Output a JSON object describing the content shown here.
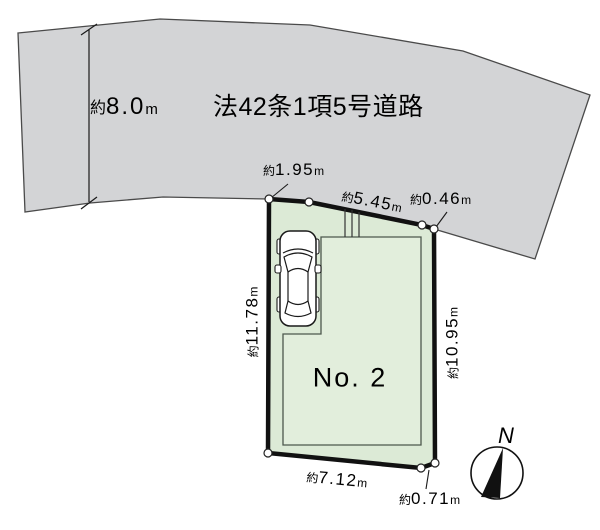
{
  "road": {
    "label": "法42条1項5号道路"
  },
  "lot": {
    "label": "No. 2"
  },
  "compass": {
    "label": "N"
  },
  "dimensions": {
    "road_width": {
      "prefix": "約",
      "value": "8.0",
      "unit": "m"
    },
    "top_left": {
      "prefix": "約",
      "value": "1.95",
      "unit": "m"
    },
    "top": {
      "prefix": "約",
      "value": "5.45",
      "unit": "m"
    },
    "top_right": {
      "prefix": "約",
      "value": "0.46",
      "unit": "m"
    },
    "left": {
      "prefix": "約",
      "value": "11.78",
      "unit": "m"
    },
    "right": {
      "prefix": "約",
      "value": "10.95",
      "unit": "m"
    },
    "bottom": {
      "prefix": "約",
      "value": "7.12",
      "unit": "m"
    },
    "bottom_right": {
      "prefix": "約",
      "value": "0.71",
      "unit": "m"
    }
  },
  "colors": {
    "road_fill": "#d3d4d6",
    "road_outline": "#4a4a4a",
    "lot_fill": "#dcead6",
    "lot_outline": "#111111",
    "building_fill": "#e2eedc",
    "building_outline": "#4d584d",
    "marker_fill": "#ffffff",
    "ink": "#111111"
  }
}
